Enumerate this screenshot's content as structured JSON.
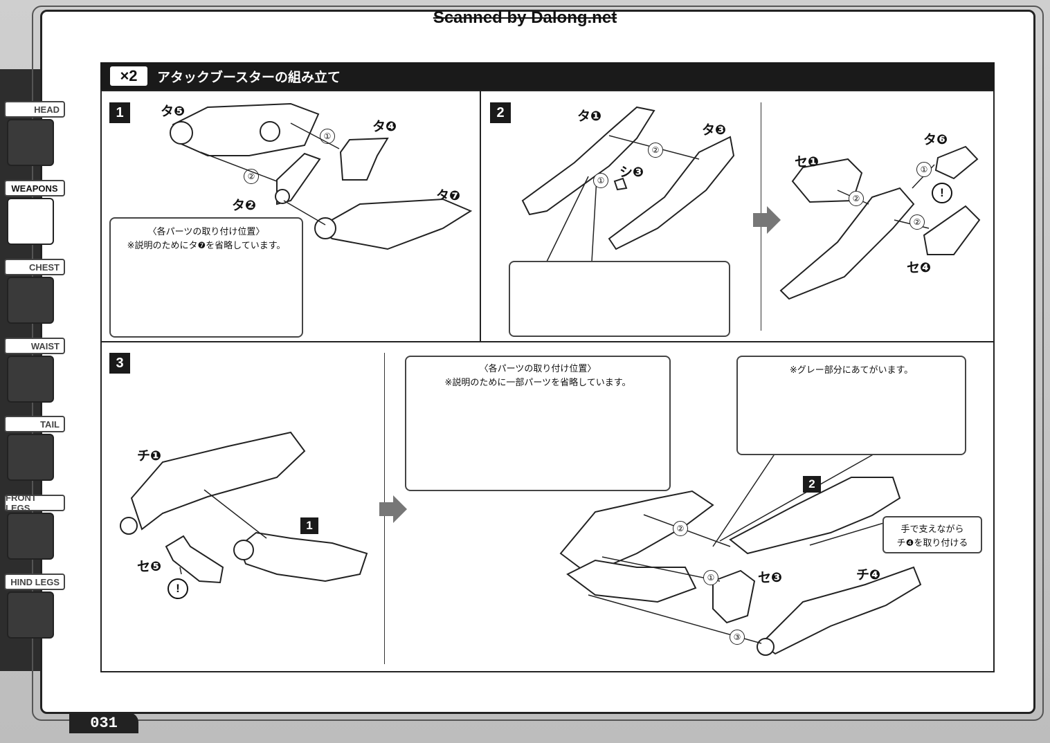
{
  "watermark": "Scanned by Dalong.net",
  "header": {
    "multiplier": "×2",
    "title": "アタックブースターの組み立て"
  },
  "sidebar": {
    "tabs": [
      {
        "label": "HEAD",
        "active": false
      },
      {
        "label": "WEAPONS",
        "active": true
      },
      {
        "label": "CHEST",
        "active": false
      },
      {
        "label": "WAIST",
        "active": false
      },
      {
        "label": "TAIL",
        "active": false
      },
      {
        "label": "FRONT LEGS",
        "active": false
      },
      {
        "label": "HIND LEGS",
        "active": false
      }
    ]
  },
  "page_number": "031",
  "steps": {
    "step1": {
      "number": "1",
      "parts": [
        "タ❺",
        "タ❹",
        "タ❷",
        "タ❼"
      ],
      "order": [
        "①",
        "②"
      ],
      "note_title": "〈各パーツの取り付け位置〉",
      "note_text": "※説明のためにタ❼を省略しています。"
    },
    "step2": {
      "number": "2",
      "parts_left": [
        "タ❶",
        "タ❸",
        "シ❸"
      ],
      "order_left": [
        "②",
        "①"
      ],
      "parts_right": [
        "セ❶",
        "タ❻",
        "セ❹"
      ],
      "order_right": [
        "①",
        "②",
        "②"
      ],
      "warning": "!"
    },
    "step3": {
      "number": "3",
      "parts": [
        "チ❶",
        "セ❺"
      ],
      "sub_ref": "1",
      "warning": "!",
      "note1_title": "〈各パーツの取り付け位置〉",
      "note1_text": "※説明のために一部パーツを省略しています。",
      "note2_text": "※グレー部分にあてがいます。",
      "sub_ref2": "2",
      "callout_line1": "手で支えながら",
      "callout_line2": "チ❹を取り付ける",
      "parts_right": [
        "セ❸",
        "チ❹"
      ],
      "order": [
        "②",
        "①",
        "③"
      ]
    }
  }
}
